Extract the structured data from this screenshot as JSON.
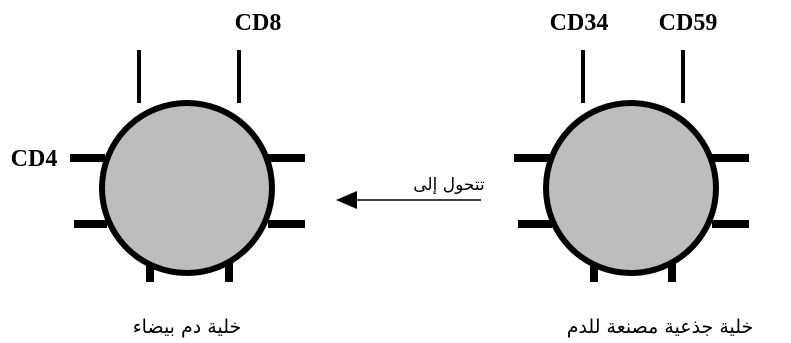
{
  "colors": {
    "cell_fill": "#bdbdbd",
    "cell_outline": "#000000",
    "background": "#ffffff"
  },
  "stem_cell": {
    "caption": "خلية جذعية مصنعة للدم",
    "markers": [
      "CD34",
      "CD59"
    ]
  },
  "white_blood_cell": {
    "caption": "خلية دم بيضاء",
    "markers": [
      "CD8",
      "CD4"
    ]
  },
  "transition": {
    "label": "تتحول إلى"
  }
}
